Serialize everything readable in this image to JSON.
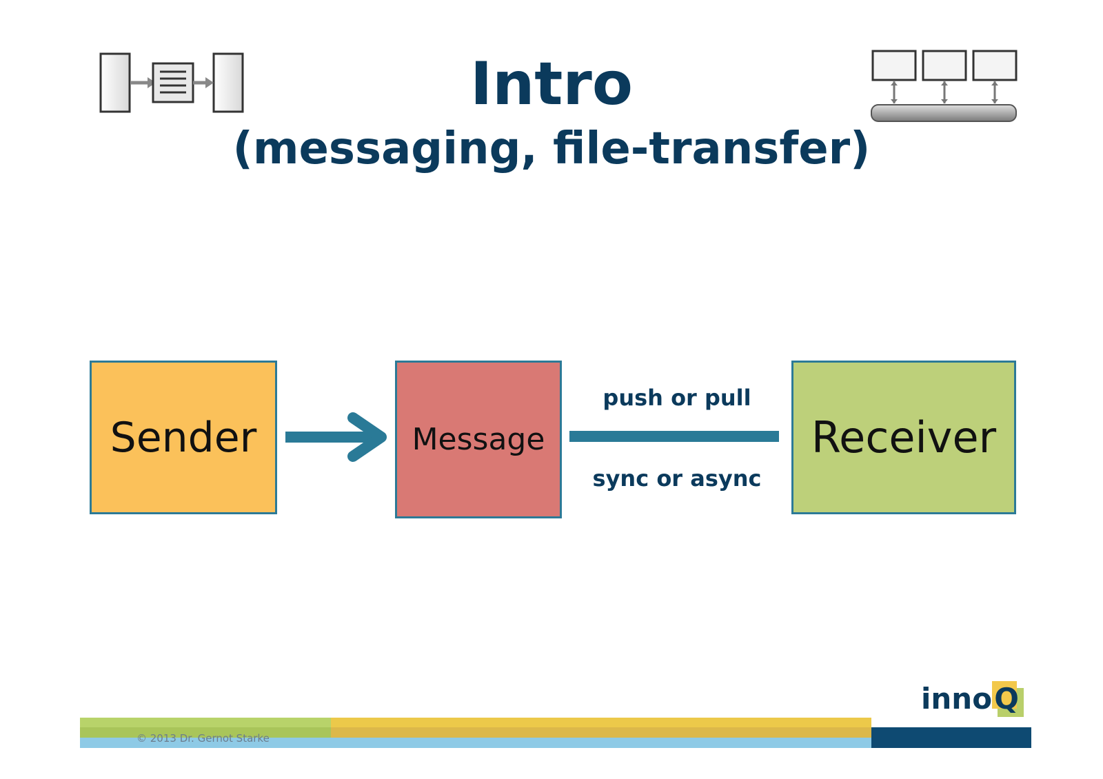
{
  "title": {
    "main": "Intro",
    "sub": "(messaging, file-transfer)"
  },
  "diagram": {
    "sender": "Sender",
    "message": "Message",
    "receiver": "Receiver",
    "channel_top_label": "push or pull",
    "channel_bottom_label": "sync or async"
  },
  "footer": {
    "copyright": "© 2013 Dr. Gernot Starke",
    "logo_text": "inno",
    "logo_letter": "Q"
  },
  "colors": {
    "title": "#0b3a5c",
    "sender_fill": "#fbc15a",
    "message_fill": "#d97974",
    "receiver_fill": "#bdd07a",
    "box_border": "#2c7a97",
    "connector": "#2a7a97"
  },
  "icons": {
    "left": "point-to-point-channel-icon",
    "right": "message-bus-icon"
  }
}
